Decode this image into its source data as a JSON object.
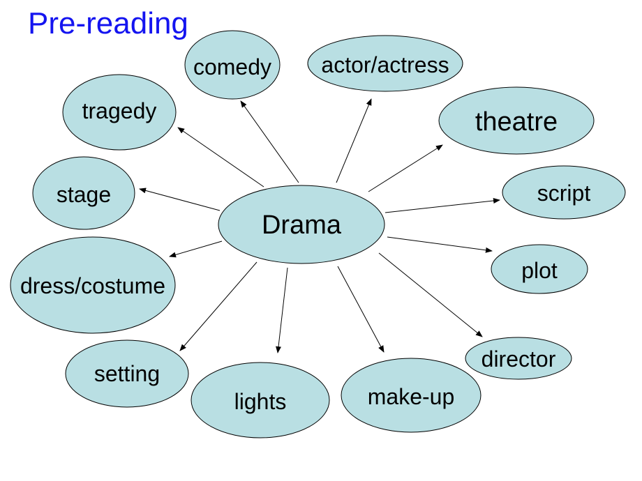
{
  "title": "Pre-reading",
  "center": "Drama",
  "nodes": [
    {
      "id": "comedy",
      "label": "comedy"
    },
    {
      "id": "actor-actress",
      "label": "actor/actress"
    },
    {
      "id": "theatre",
      "label": "theatre"
    },
    {
      "id": "tragedy",
      "label": "tragedy"
    },
    {
      "id": "stage",
      "label": "stage"
    },
    {
      "id": "script",
      "label": "script"
    },
    {
      "id": "plot",
      "label": "plot"
    },
    {
      "id": "dress-costume",
      "label": "dress/costume"
    },
    {
      "id": "setting",
      "label": "setting"
    },
    {
      "id": "lights",
      "label": "lights"
    },
    {
      "id": "make-up",
      "label": "make-up"
    },
    {
      "id": "director",
      "label": "director"
    }
  ],
  "colors": {
    "ellipse_fill": "#b9dfe3",
    "title": "#1414f0"
  }
}
